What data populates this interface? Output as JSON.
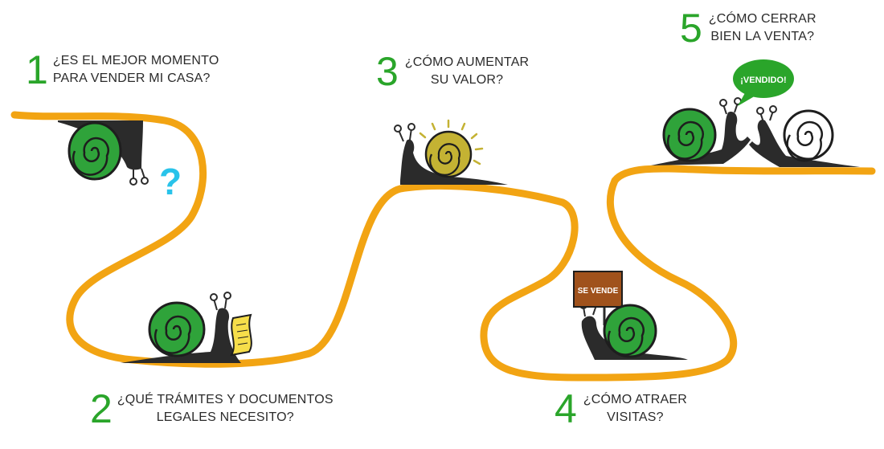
{
  "steps": [
    {
      "number": "1",
      "lines": [
        "¿ES EL MEJOR MOMENTO",
        "PARA VENDER MI CASA?"
      ]
    },
    {
      "number": "2",
      "lines": [
        "¿QUÉ TRÁMITES Y DOCUMENTOS",
        "LEGALES NECESITO?"
      ]
    },
    {
      "number": "3",
      "lines": [
        "¿CÓMO AUMENTAR",
        "SU VALOR?"
      ]
    },
    {
      "number": "4",
      "lines": [
        "¿CÓMO ATRAER",
        "VISITAS?"
      ]
    },
    {
      "number": "5",
      "lines": [
        "¿CÓMO CERRAR",
        "BIEN LA VENTA?"
      ]
    }
  ],
  "question_mark": "?",
  "sign_text": "SE VENDE",
  "speech_text": "¡VENDIDO!",
  "colors": {
    "path": "#f2a413",
    "number": "#2aa52a",
    "snail_shell": "#2fa33a",
    "snail_body": "#2b2b2b",
    "gold_shell": "#c4b233",
    "question": "#29c3ea",
    "sign": "#a0521c",
    "scroll": "#f6de4a"
  }
}
